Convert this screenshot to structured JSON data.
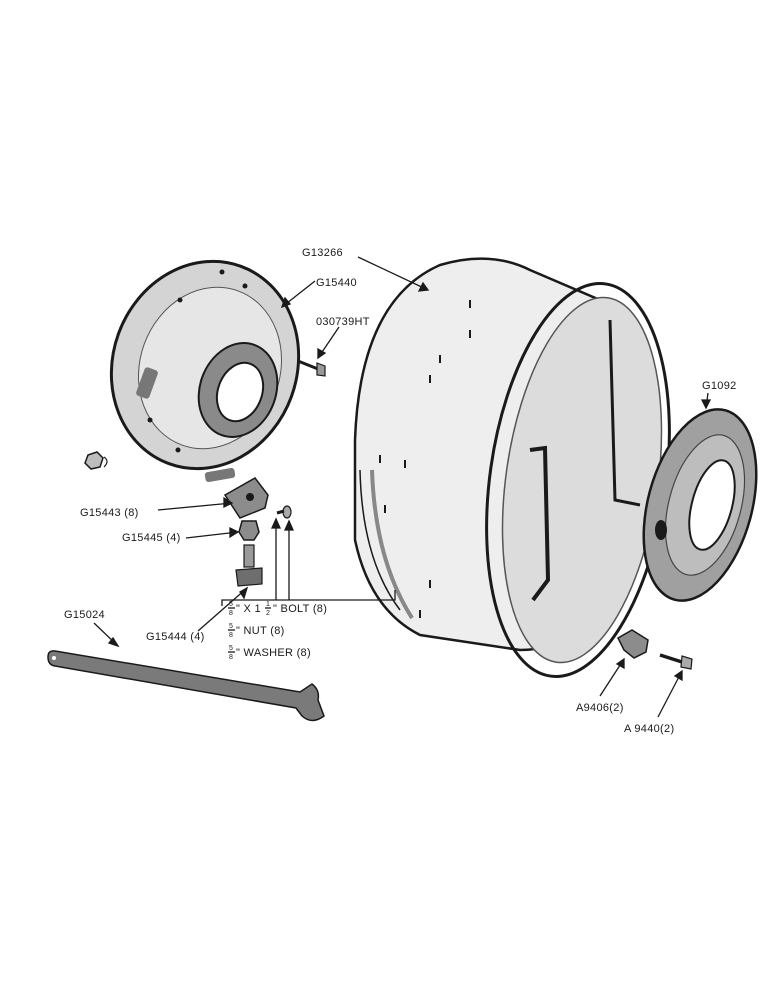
{
  "labels": {
    "rim": "G13266",
    "disc": "G15440",
    "bolt_ht": "030739HT",
    "weight": "G1092",
    "clamp": "G15443 (8)",
    "spacer": "G15445 (4)",
    "stud": "G15444 (4)",
    "wrench": "G15024",
    "clip": "A9406(2)",
    "clip_bolt": "A 9440(2)"
  },
  "hardware": {
    "bolt": {
      "num": "5",
      "den": "8",
      "mid": "\" X 1",
      "whole_frac_num": "1",
      "whole_frac_den": "2",
      "text": "\"  BOLT (8)"
    },
    "nut": {
      "num": "5",
      "den": "8",
      "text": "\" NUT (8)"
    },
    "washer": {
      "num": "5",
      "den": "8",
      "text": "\" WASHER (8)"
    }
  },
  "colors": {
    "ink": "#1a1a1a",
    "shade": "#d4d4d4",
    "shade_dark": "#9a9a9a",
    "paper": "#ffffff"
  }
}
